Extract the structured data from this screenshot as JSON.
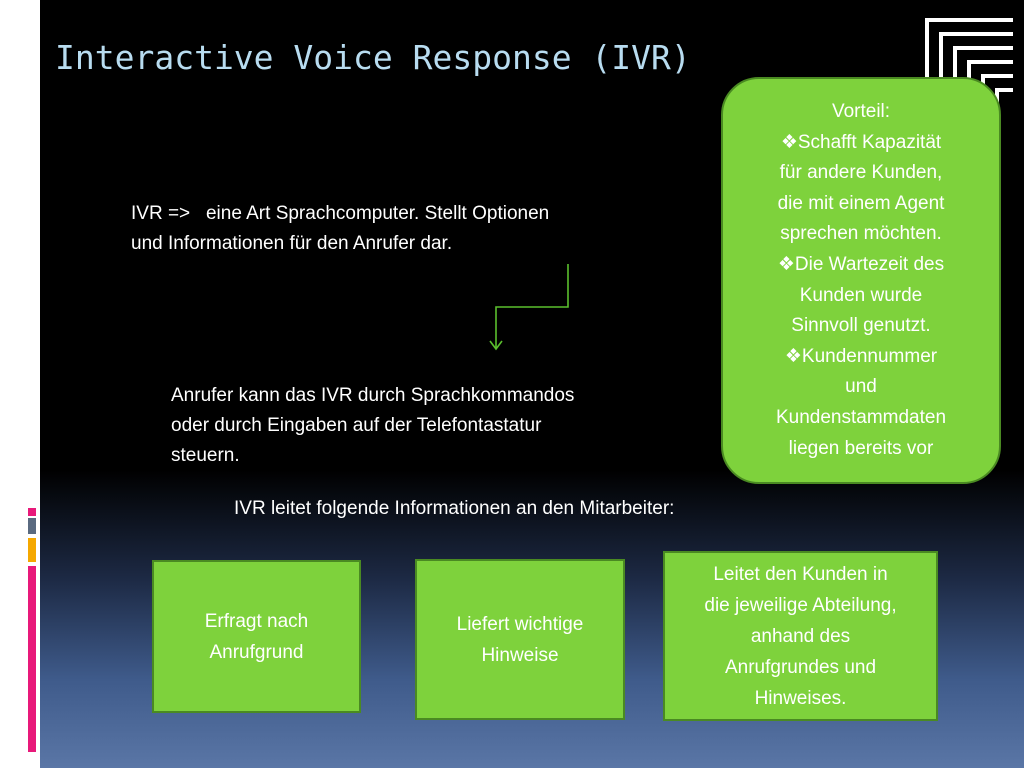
{
  "title": "Interactive Voice Response (IVR)",
  "intro": {
    "line1": "IVR =>   eine Art Sprachcomputer. Stellt Optionen",
    "line2": "und Informationen für den Anrufer dar."
  },
  "control": {
    "line1": "Anrufer kann das IVR durch Sprachkommandos",
    "line2": "oder durch Eingaben auf der Telefontastatur",
    "line3": "steuern."
  },
  "forwarding_heading": "IVR leitet folgende Informationen an den Mitarbeiter:",
  "advantages": {
    "heading": "Vorteil:",
    "lines": [
      "❖Schafft Kapazität",
      "für andere Kunden,",
      "die mit einem Agent",
      "sprechen möchten.",
      "❖Die Wartezeit des",
      "Kunden wurde",
      "Sinnvoll genutzt.",
      "❖Kundennummer",
      "und",
      "Kundenstammdaten",
      "liegen bereits vor"
    ]
  },
  "boxes": [
    {
      "lines": [
        "Erfragt nach",
        "Anrufgrund"
      ]
    },
    {
      "lines": [
        "Liefert wichtige",
        "Hinweise"
      ]
    },
    {
      "lines": [
        "Leitet den Kunden in",
        "die jeweilige Abteilung,",
        "anhand des",
        "Anrufgrundes und",
        "Hinweises."
      ]
    }
  ],
  "colors": {
    "accent_green": "#7ed23c",
    "green_border": "#4a8a22",
    "title_blue": "#b8dcf0",
    "strip_pink": "#e8197a",
    "strip_orange": "#f5a800",
    "strip_gray": "#5a6a80"
  },
  "icons": {
    "corner": "window-stack-icon",
    "connector": "elbow-arrow-down-icon"
  }
}
